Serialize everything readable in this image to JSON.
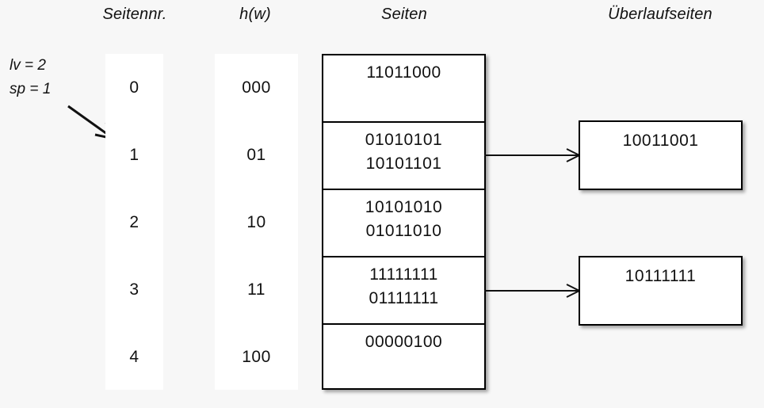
{
  "diagram": {
    "title_row": {
      "seitennr": "Seitennr.",
      "hw": "h(w)",
      "seiten": "Seiten",
      "ueberlaufseiten": "Überlaufseiten"
    },
    "params": {
      "lv": "lv = 2",
      "sp": "sp = 1"
    },
    "pages": [
      {
        "page_nr": "0",
        "hash": "000",
        "records": [
          "11011000"
        ],
        "overflow": null
      },
      {
        "page_nr": "1",
        "hash": "01",
        "records": [
          "01010101",
          "10101101"
        ],
        "overflow": "10011001"
      },
      {
        "page_nr": "2",
        "hash": "10",
        "records": [
          "10101010",
          "01011010"
        ],
        "overflow": null
      },
      {
        "page_nr": "3",
        "hash": "11",
        "records": [
          "11111111",
          "01111111"
        ],
        "overflow": "10111111"
      },
      {
        "page_nr": "4",
        "hash": "100",
        "records": [
          "00000100"
        ],
        "overflow": null
      }
    ],
    "overflow_pages": [
      {
        "value": "10011001",
        "from_page": "1"
      },
      {
        "value": "10111111",
        "from_page": "3"
      }
    ],
    "colors": {
      "background": "#f7f7f7",
      "box_fill": "#ffffff",
      "stroke": "#000000",
      "text": "#111111"
    }
  }
}
